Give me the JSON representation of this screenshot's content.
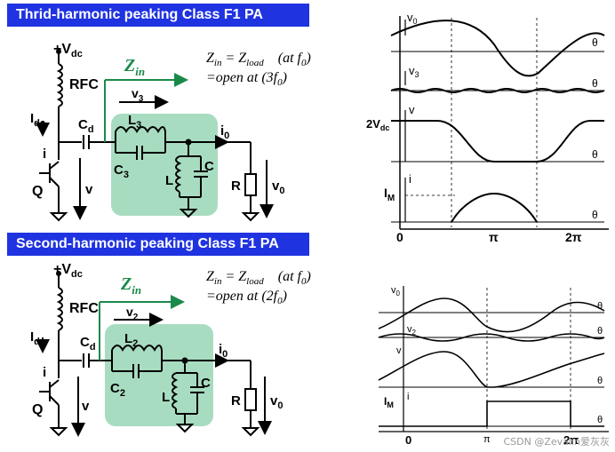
{
  "banners": {
    "top": "Thrid-harmonic peaking Class F1 PA",
    "bottom": "Second-harmonic peaking Class F1 PA"
  },
  "circuit_top": {
    "vdc": "+V",
    "vdc_sub": "dc",
    "rfc": "RFC",
    "idc": "I",
    "idc_sub": "dc",
    "cd": "C",
    "cd_sub": "d",
    "zin": "Z",
    "zin_sub": "in",
    "vh": "v",
    "vh_sub": "3",
    "lh": "L",
    "lh_sub": "3",
    "ch": "C",
    "ch_sub": "3",
    "l": "L",
    "c": "C",
    "r": "R",
    "vo": "v",
    "vo_sub": "0",
    "io": "i",
    "io_sub": "0",
    "i": "i",
    "q": "Q",
    "v": "v",
    "eq1_a": "Z",
    "eq1_a_sub": "in",
    "eq1_b": " = Z",
    "eq1_b_sub": "load",
    "eq1_c": "(at f",
    "eq1_c_sub": "0",
    "eq1_d": ")",
    "eq2": "=open at (3f",
    "eq2_sub": "0",
    "eq2_end": ")"
  },
  "circuit_bottom": {
    "vdc": "+V",
    "vdc_sub": "dc",
    "rfc": "RFC",
    "idc": "I",
    "idc_sub": "dc",
    "cd": "C",
    "cd_sub": "d",
    "zin": "Z",
    "zin_sub": "in",
    "vh": "v",
    "vh_sub": "2",
    "lh": "L",
    "lh_sub": "2",
    "ch": "C",
    "ch_sub": "2",
    "l": "L",
    "c": "C",
    "r": "R",
    "vo": "v",
    "vo_sub": "0",
    "io": "i",
    "io_sub": "0",
    "i": "i",
    "q": "Q",
    "v": "v",
    "eq1_a": "Z",
    "eq1_a_sub": "in",
    "eq1_b": " = Z",
    "eq1_b_sub": "load",
    "eq1_c": "(at f",
    "eq1_c_sub": "0",
    "eq1_d": ")",
    "eq2": "=open at (2f",
    "eq2_sub": "0",
    "eq2_end": ")"
  },
  "waves_top": {
    "v0": "v",
    "v0_sub": "0",
    "v3": "v",
    "v3_sub": "3",
    "two_vdc": "2V",
    "two_vdc_sub": "dc",
    "v": "v",
    "im": "I",
    "im_sub": "M",
    "i": "i",
    "theta": "θ",
    "x0": "0",
    "xpi": "π",
    "x2pi": "2π"
  },
  "waves_bottom": {
    "v0": "v",
    "v0_sub": "0",
    "v2": "v",
    "v2_sub": "2",
    "v": "v",
    "im": "I",
    "im_sub": "M",
    "i": "i",
    "theta": "θ",
    "x0": "0",
    "xpi": "π",
    "x2pi": "2π"
  },
  "colors": {
    "banner": "#1f33e0",
    "zin": "#1a8a4a",
    "box": "#a8dcc0"
  },
  "watermark": "CSDN @Zevalin爱灰灰"
}
